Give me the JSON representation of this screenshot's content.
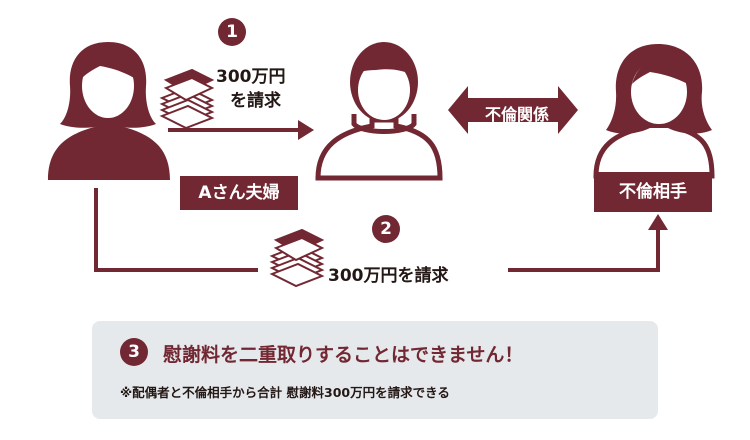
{
  "step1": {
    "number": "1",
    "line1": "300万円",
    "line2": "を請求"
  },
  "step2": {
    "number": "2",
    "text": "300万円を請求"
  },
  "step3": {
    "number": "3",
    "title": "慰謝料を二重取りすることはできません！",
    "note": "※配偶者と不倫相手から合計 慰謝料300万円を請求できる"
  },
  "label_couple": "Aさん夫婦",
  "label_relation": "不倫関係",
  "label_partner": "不倫相手",
  "colors": {
    "accent": "#722833",
    "note_bg": "#e6e9ec",
    "text": "#231815"
  }
}
